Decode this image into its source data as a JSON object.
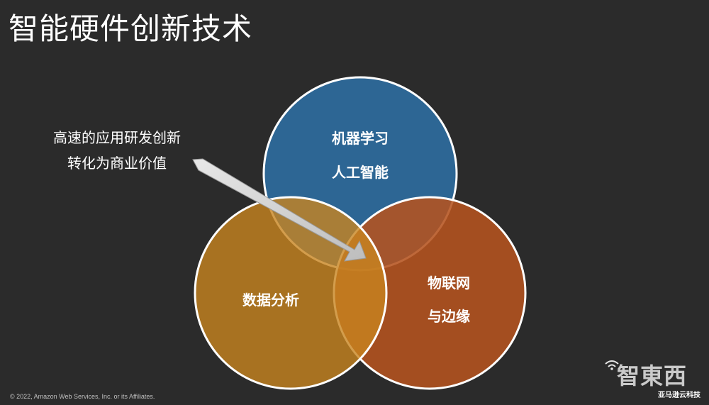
{
  "slide": {
    "title": "智能硬件创新技术",
    "callout": {
      "line1": "高速的应用研发创新",
      "line2": "转化为商业价值"
    },
    "circles": {
      "top": {
        "line1": "机器学习",
        "line2": "人工智能",
        "color": "#2d6694"
      },
      "left": {
        "line1": "数据分析",
        "color": "#c8841f"
      },
      "right": {
        "line1": "物联网",
        "line2": "与边缘",
        "color": "#b5531f"
      }
    },
    "footer": "© 2022, Amazon Web Services, Inc. or its Affiliates.",
    "logo": {
      "main": "智東西",
      "sub": "亚马逊云科技"
    }
  }
}
